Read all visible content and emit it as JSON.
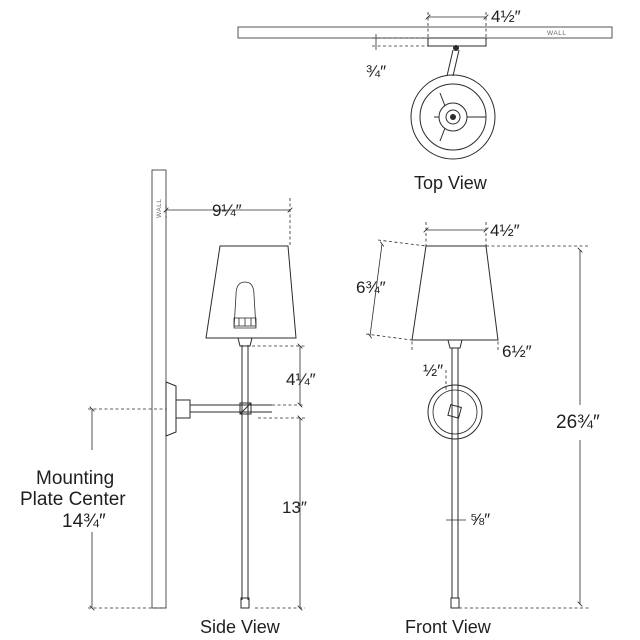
{
  "views": {
    "top": "Top View",
    "side": "Side View",
    "front": "Front View"
  },
  "labels": {
    "wall": "WALL",
    "mounting_line1": "Mounting",
    "mounting_line2": "Plate Center",
    "mounting_value": "14¾″"
  },
  "dimensions": {
    "top_width": "4½″",
    "top_depth": "¾″",
    "side_extension": "9¼″",
    "side_arm": "4¼″",
    "side_lower": "13″",
    "front_top_width": "4½″",
    "front_shade_height": "6¾″",
    "front_bottom_width": "6½″",
    "front_arm": "½″",
    "front_stem": "⅝″",
    "front_overall": "26¾″"
  },
  "colors": {
    "line": "#2b2b2b",
    "text": "#1f1f1f",
    "hatch": "#8a8a8a"
  }
}
